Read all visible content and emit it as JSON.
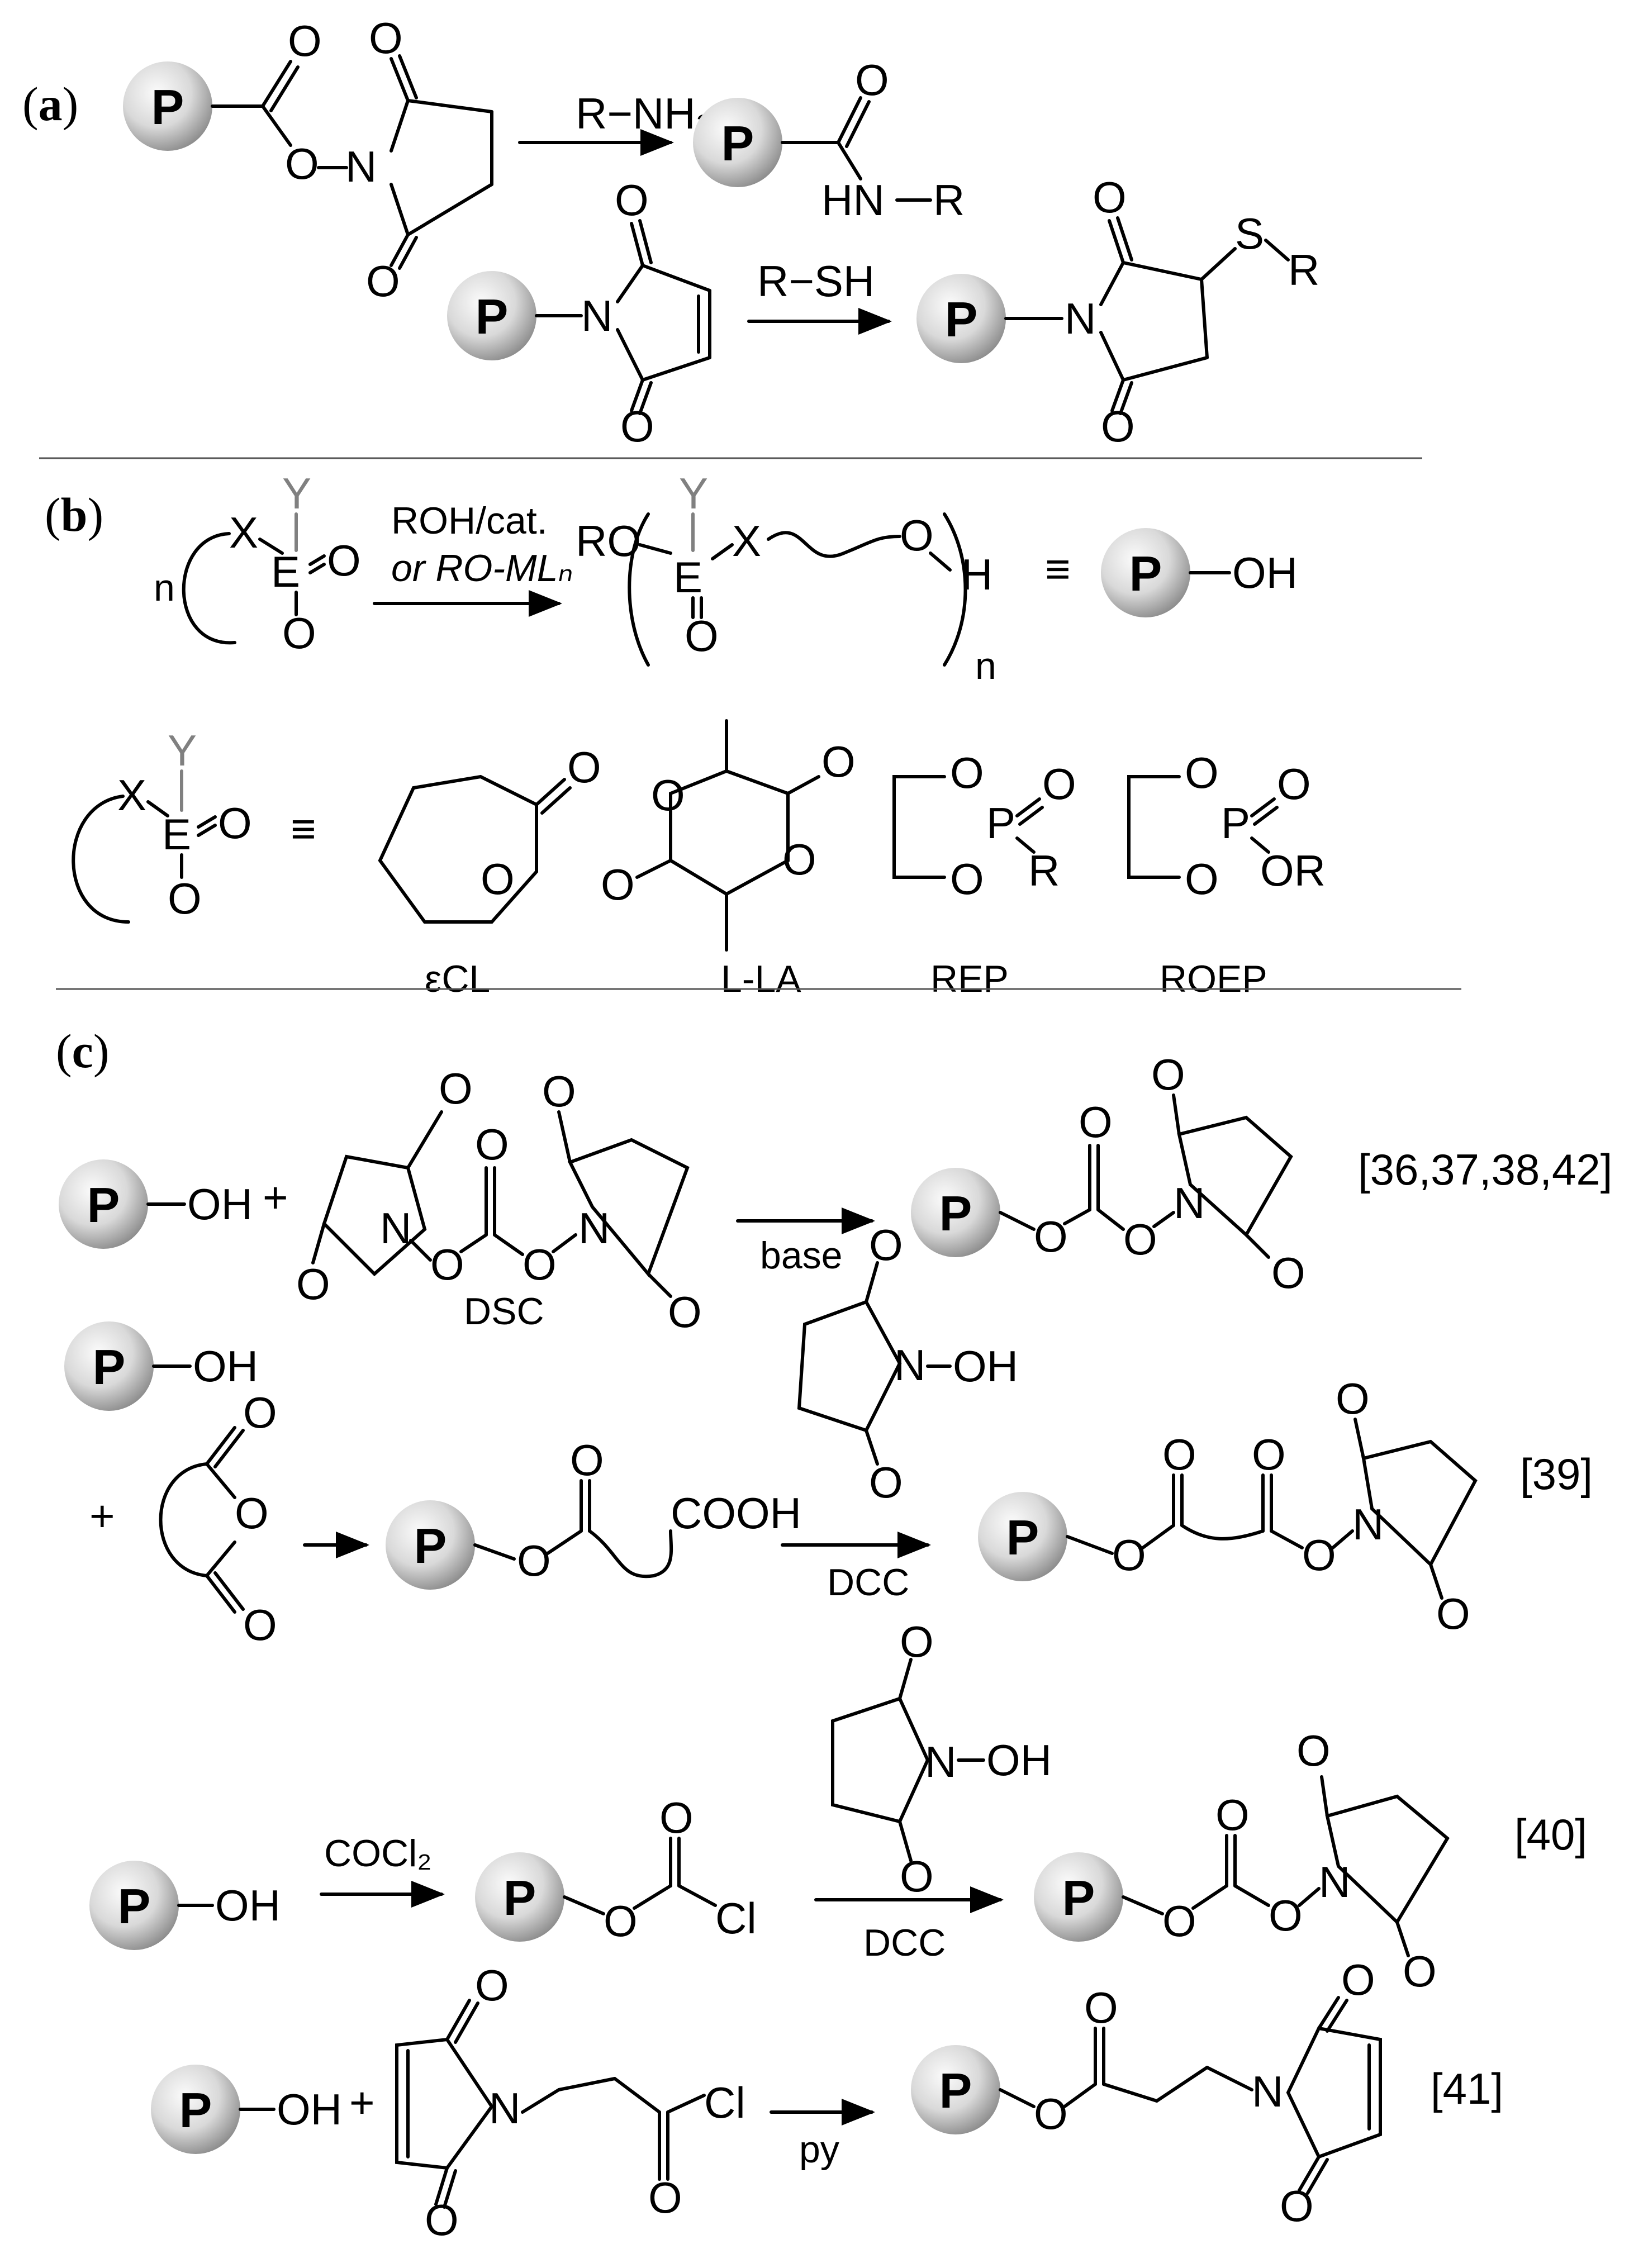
{
  "panels": {
    "a": "a",
    "b": "b",
    "c": "c"
  },
  "polymer_label": "P",
  "atoms": {
    "O": "O",
    "N": "N",
    "S": "S",
    "R": "R",
    "H": "H",
    "Cl": "Cl",
    "P": "P",
    "X": "X",
    "Y": "Y",
    "E": "E",
    "n": "n",
    "OH": "OH",
    "HN": "HN",
    "OR": "OR",
    "RO": "RO",
    "COOH": "COOH",
    "plus": "+"
  },
  "reagents": {
    "r_nh2": "R−NH₂",
    "r_sh": "R−SH",
    "roh_cat": "ROH/cat.",
    "or_ro_ml": "or RO-MLₙ",
    "equiv": "≡",
    "base": "base",
    "dcc": "DCC",
    "cocl2": "COCl₂",
    "py": "py"
  },
  "monomers": {
    "ecl": "εCL",
    "lla": "L-LA",
    "rep": "REP",
    "roep": "ROEP",
    "dsc": "DSC"
  },
  "references": {
    "ref1": "[36,37,38,42]",
    "ref2": "[39]",
    "ref3": "[40]",
    "ref4": "[41]"
  },
  "colors": {
    "sphere_light": "#f4f4f4",
    "sphere_dark": "#8a8a8a",
    "separator": "#555555",
    "substituent_gray": "#808080"
  }
}
